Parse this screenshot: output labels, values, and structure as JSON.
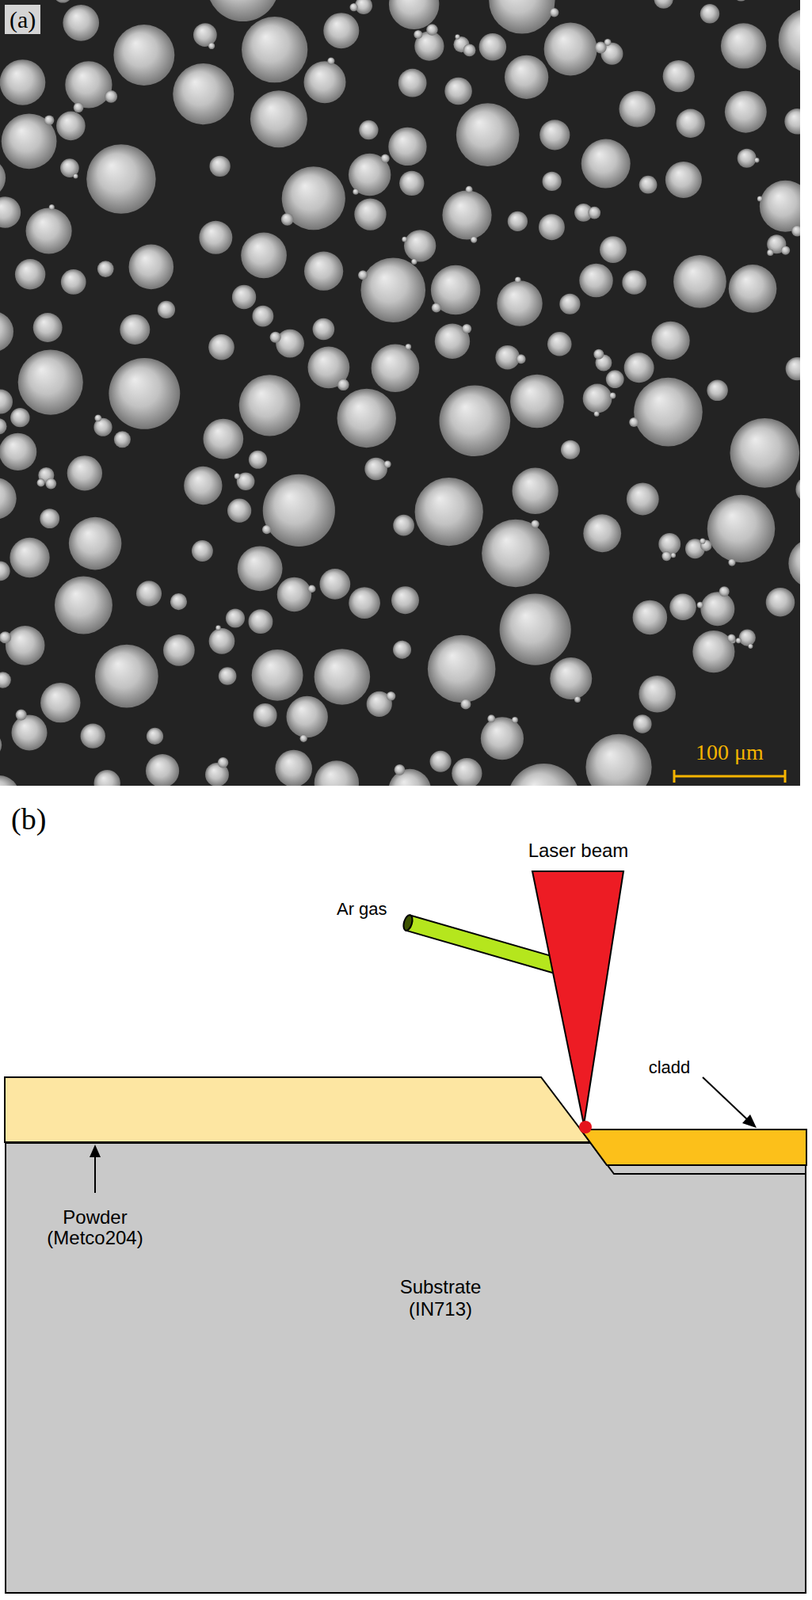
{
  "diagram": {
    "nodes": [
      {
        "text": [
          "Substrate (IN713)"
        ]
      }
    ],
    "labels": [
      "(a)",
      "100 μm",
      "(b)",
      "Laser beam",
      "Ar gas",
      "Powder (Metco204)",
      "cladd"
    ]
  }
}
